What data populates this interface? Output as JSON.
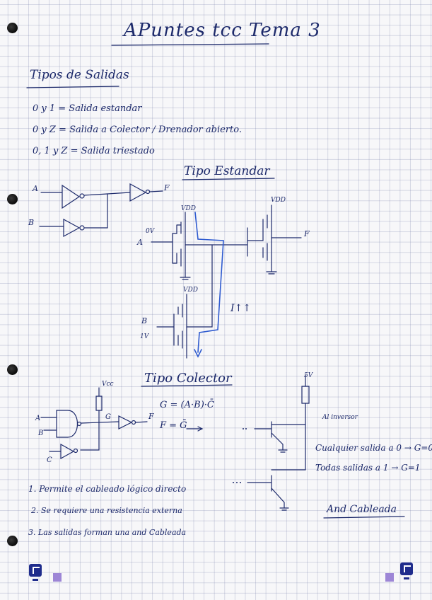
{
  "title": "APuntes tcc Tema 3",
  "section_tipos": "Tipos de Salidas",
  "lines": [
    "0 y 1 = Salida estandar",
    "0 y Z = Salida a Colector / Drenador abierto.",
    "0, 1 y Z = Salida triestado"
  ],
  "estandar": {
    "heading": "Tipo Estandar",
    "in_a": "A",
    "in_b": "B",
    "out_f": "F",
    "vdd1": "VDD",
    "vdd2": "VDD",
    "vdd3": "VDD",
    "a_label": "A",
    "a_sup": "0V",
    "b_label": "B",
    "b_sub": "1V",
    "current": "I↑↑",
    "out_f2": "F"
  },
  "colector": {
    "heading": "Tipo Colector",
    "vcc": "Vcc",
    "in_a": "A",
    "in_b": "B",
    "in_c": "C",
    "node_g": "G",
    "out_f": "F",
    "eq1": "G = (A·B)·C̄",
    "eq2": "F = Ḡ",
    "supply": "5V",
    "al_inversor": "Al inversor",
    "note1": "Cualquier salida a 0 → G=0",
    "note2": "Todas salidas a 1 → G=1",
    "and_cableada": "And Cableada"
  },
  "list": [
    "1. Permite el cableado lógico directo",
    "2. Se requiere una resistencia externa",
    "3. Las salidas forman una and Cableada"
  ],
  "colors": {
    "ink": "#1d2a6b",
    "blue_ink": "#2f5bd0",
    "logo": "#1f2c8c",
    "square": "#9d86d6"
  }
}
